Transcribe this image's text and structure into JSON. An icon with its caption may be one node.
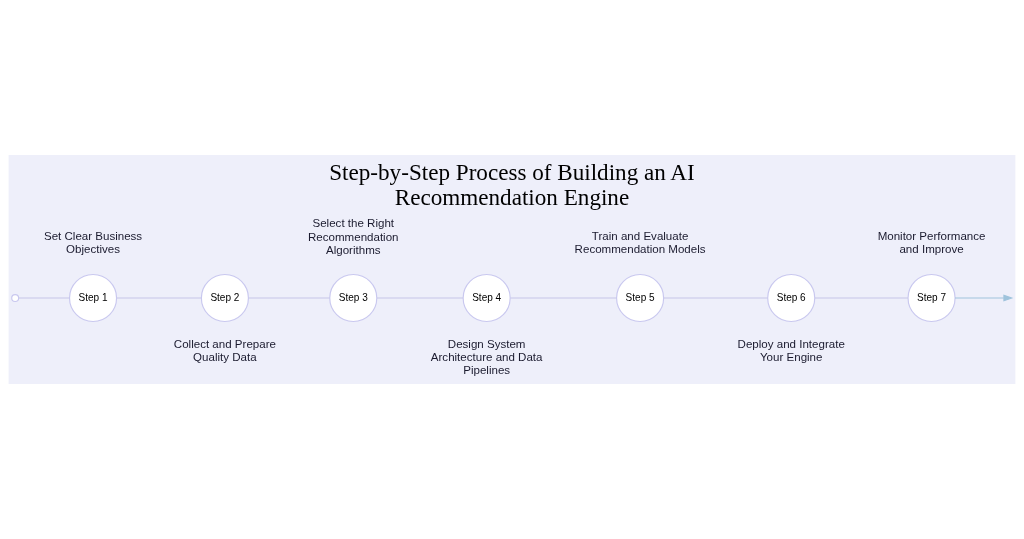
{
  "diagram": {
    "title": "Step-by-Step Process of Building an AI Recommendation Engine",
    "nodes": [
      {
        "text": [],
        "shape": "circle"
      },
      {
        "text": [
          "Step 1"
        ],
        "beside": [
          "Set Clear Business Objectives"
        ]
      },
      {
        "text": [
          "Step 2"
        ],
        "beside": [
          "Collect and Prepare Quality Data"
        ]
      },
      {
        "text": [
          "Step 3"
        ],
        "beside": [
          "Select the Right Recommendation Algorithms"
        ]
      },
      {
        "text": [
          "Step 4"
        ],
        "beside": [
          "Design System Architecture and Data Pipelines"
        ]
      },
      {
        "text": [
          "Step 5"
        ],
        "beside": [
          "Train and Evaluate Recommendation Models"
        ]
      },
      {
        "text": [
          "Step 6"
        ],
        "beside": [
          "Deploy and Integrate Your Engine"
        ]
      },
      {
        "text": [
          "Step 7"
        ],
        "beside": [
          "Monitor Performance and Improve"
        ]
      }
    ],
    "edges": [
      {
        "from": 0,
        "to": 1,
        "arrow": "none"
      },
      {
        "from": 1,
        "to": 2,
        "arrow": "none"
      },
      {
        "from": 2,
        "to": 3,
        "arrow": "none"
      },
      {
        "from": 3,
        "to": 4,
        "arrow": "none"
      },
      {
        "from": 4,
        "to": 5,
        "arrow": "none"
      },
      {
        "from": 5,
        "to": 6,
        "arrow": "none"
      },
      {
        "from": 6,
        "to": 7,
        "arrow": "none"
      },
      {
        "from": 7,
        "to": null,
        "arrow": "to",
        "color": "#9fc3dc"
      }
    ]
  }
}
